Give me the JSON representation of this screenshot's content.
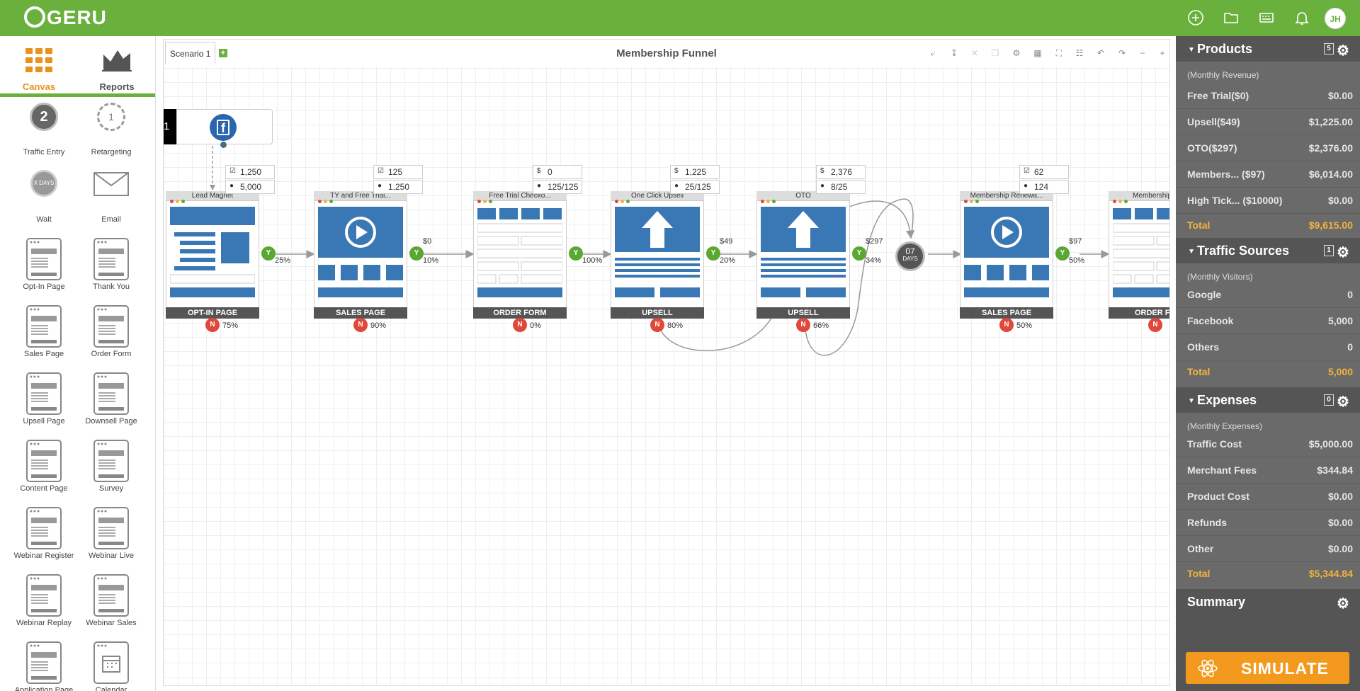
{
  "app": {
    "logo_text": "GERU",
    "user_initials": "JH"
  },
  "sidebar": {
    "tabs": [
      {
        "label": "Canvas"
      },
      {
        "label": "Reports"
      }
    ],
    "tools": [
      {
        "label": "Traffic Entry",
        "badge": "2"
      },
      {
        "label": "Retargeting",
        "badge": "1"
      },
      {
        "label": "Wait",
        "badge": "X DAYS"
      },
      {
        "label": "Email"
      },
      {
        "label": "Opt-In Page"
      },
      {
        "label": "Thank You"
      },
      {
        "label": "Sales Page"
      },
      {
        "label": "Order Form"
      },
      {
        "label": "Upsell Page"
      },
      {
        "label": "Downsell Page"
      },
      {
        "label": "Content Page"
      },
      {
        "label": "Survey"
      },
      {
        "label": "Webinar Register"
      },
      {
        "label": "Webinar Live"
      },
      {
        "label": "Webinar Replay"
      },
      {
        "label": "Webinar Sales"
      },
      {
        "label": "Application Page"
      },
      {
        "label": "Calendar"
      }
    ]
  },
  "canvas": {
    "scenario_tab": "Scenario 1",
    "title": "Membership Funnel",
    "traffic_node_number": "1",
    "wait_node": {
      "days": "07",
      "unit": "DAYS"
    },
    "nodes": [
      {
        "title": "Lead Magnet",
        "type": "OPT-IN PAGE",
        "stat1": "1,250",
        "stat2": "5,000",
        "yes_pct": "25%",
        "no_pct": "75%"
      },
      {
        "title": "TY and Free Trial...",
        "type": "SALES PAGE",
        "stat1": "125",
        "stat2": "1,250",
        "yes_price": "$0",
        "yes_pct": "10%",
        "no_pct": "90%"
      },
      {
        "title": "Free Trial Checko...",
        "type": "ORDER FORM",
        "stat1": "0",
        "stat2": "125/125",
        "yes_pct": "100%",
        "no_pct": "0%"
      },
      {
        "title": "One Click Upsell",
        "type": "UPSELL",
        "stat1": "1,225",
        "stat2": "25/125",
        "yes_price": "$49",
        "yes_pct": "20%",
        "no_pct": "80%"
      },
      {
        "title": "OTO",
        "type": "UPSELL",
        "stat1": "2,376",
        "stat2": "8/25",
        "yes_price": "$297",
        "yes_pct": "34%",
        "no_pct": "66%"
      },
      {
        "title": "Membership Renewa...",
        "type": "SALES PAGE",
        "stat1": "62",
        "stat2": "124",
        "yes_price": "$97",
        "yes_pct": "50%",
        "no_pct": "50%"
      },
      {
        "title": "Membership F",
        "type": "ORDER FO"
      }
    ]
  },
  "panel": {
    "products": {
      "title": "Products",
      "count": "5",
      "subtitle": "(Monthly Revenue)",
      "rows": [
        {
          "label": "Free Trial($0)",
          "value": "$0.00"
        },
        {
          "label": "Upsell($49)",
          "value": "$1,225.00"
        },
        {
          "label": "OTO($297)",
          "value": "$2,376.00"
        },
        {
          "label": "Members... ($97)",
          "value": "$6,014.00"
        },
        {
          "label": "High Tick... ($10000)",
          "value": "$0.00"
        }
      ],
      "total_label": "Total",
      "total_value": "$9,615.00"
    },
    "traffic": {
      "title": "Traffic Sources",
      "count": "1",
      "subtitle": "(Monthly Visitors)",
      "rows": [
        {
          "label": "Google",
          "value": "0"
        },
        {
          "label": "Facebook",
          "value": "5,000"
        },
        {
          "label": "Others",
          "value": "0"
        }
      ],
      "total_label": "Total",
      "total_value": "5,000"
    },
    "expenses": {
      "title": "Expenses",
      "count": "0",
      "subtitle": "(Monthly Expenses)",
      "rows": [
        {
          "label": "Traffic Cost",
          "value": "$5,000.00"
        },
        {
          "label": "Merchant Fees",
          "value": "$344.84"
        },
        {
          "label": "Product Cost",
          "value": "$0.00"
        },
        {
          "label": "Refunds",
          "value": "$0.00"
        },
        {
          "label": "Other",
          "value": "$0.00"
        }
      ],
      "total_label": "Total",
      "total_value": "$5,344.84"
    },
    "summary": {
      "title": "Summary"
    },
    "simulate_label": "SIMULATE"
  },
  "colors": {
    "brand_green": "#6ab03c",
    "accent_orange": "#f39a1e",
    "page_blue": "#3a78b5",
    "yes_green": "#5aa832",
    "no_red": "#e0483a"
  }
}
